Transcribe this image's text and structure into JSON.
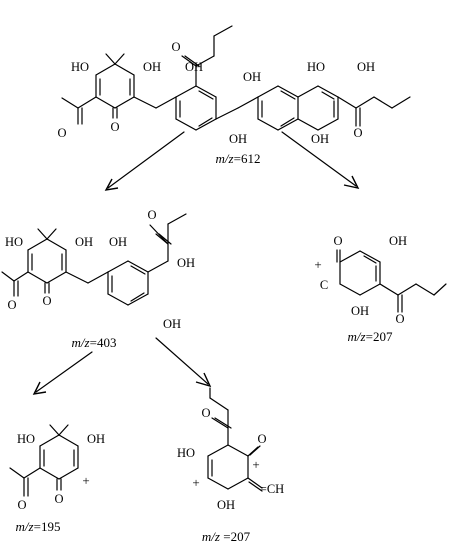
{
  "arrow_color": "#000000",
  "structures": {
    "parent": {
      "mz": "612",
      "labels": [
        "HO",
        "OH",
        "OH",
        "OH",
        "OH",
        "HO",
        "OH",
        "OH",
        "O",
        "O",
        "O",
        "O"
      ]
    },
    "frag403": {
      "mz": "403",
      "labels": [
        "HO",
        "OH",
        "OH",
        "OH",
        "OH",
        "O",
        "O",
        "O"
      ]
    },
    "frag207a": {
      "mz": "207",
      "labels": [
        "O",
        "OH",
        "OH",
        "O",
        "C",
        "+"
      ]
    },
    "frag195": {
      "mz": "195",
      "labels": [
        "HO",
        "OH",
        "O",
        "O",
        "+"
      ]
    },
    "frag207b": {
      "mz": " =207",
      "labels": [
        "O",
        "O",
        "HO",
        "OH",
        "=CH",
        "+",
        "+"
      ]
    }
  },
  "mz_prefix": "m/z"
}
